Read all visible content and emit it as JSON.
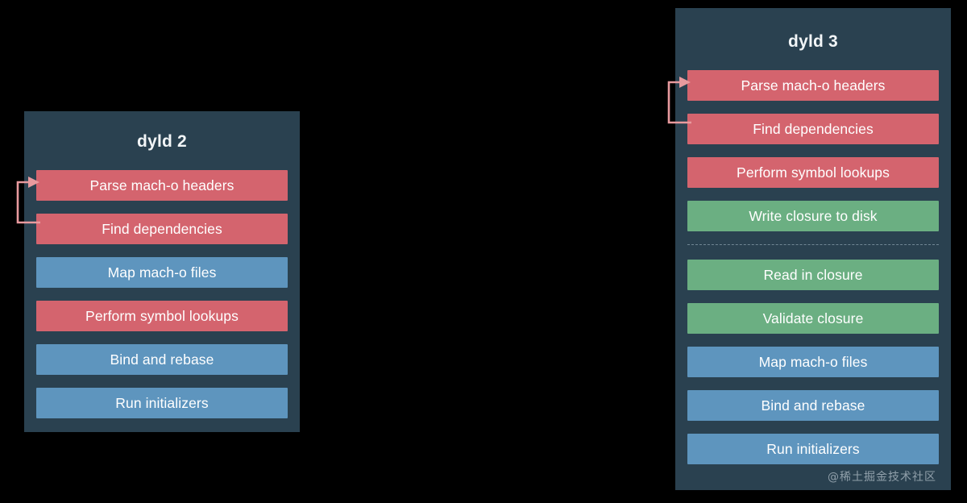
{
  "background_color": "#000000",
  "colors": {
    "panel": "#2a4150",
    "step_red": "#d4646e",
    "step_blue": "#5e95be",
    "step_green": "#6baf82",
    "arrow": "#e89a9e",
    "divider": "#7d93a1",
    "text": "#ffffff"
  },
  "panels": [
    {
      "id": "dyld2",
      "title": "dyld 2",
      "steps": [
        {
          "label": "Parse mach-o headers",
          "color": "red"
        },
        {
          "label": "Find dependencies",
          "color": "red"
        },
        {
          "label": "Map mach-o files",
          "color": "blue"
        },
        {
          "label": "Perform symbol lookups",
          "color": "red"
        },
        {
          "label": "Bind and rebase",
          "color": "blue"
        },
        {
          "label": "Run initializers",
          "color": "blue"
        }
      ],
      "loop_arrow": {
        "from_step": "Find dependencies",
        "to_step": "Parse mach-o headers",
        "color": "#e89a9e"
      }
    },
    {
      "id": "dyld3",
      "title": "dyld 3",
      "steps": [
        {
          "label": "Parse mach-o headers",
          "color": "red"
        },
        {
          "label": "Find dependencies",
          "color": "red"
        },
        {
          "label": "Perform symbol lookups",
          "color": "red"
        },
        {
          "label": "Write closure to disk",
          "color": "green"
        },
        {
          "label": "__divider__",
          "color": "divider"
        },
        {
          "label": "Read in closure",
          "color": "green"
        },
        {
          "label": "Validate closure",
          "color": "green"
        },
        {
          "label": "Map mach-o files",
          "color": "blue"
        },
        {
          "label": "Bind and rebase",
          "color": "blue"
        },
        {
          "label": "Run initializers",
          "color": "blue"
        }
      ],
      "loop_arrow": {
        "from_step": "Find dependencies",
        "to_step": "Parse mach-o headers",
        "color": "#e89a9e"
      }
    }
  ],
  "watermark": "@稀土掘金技术社区"
}
